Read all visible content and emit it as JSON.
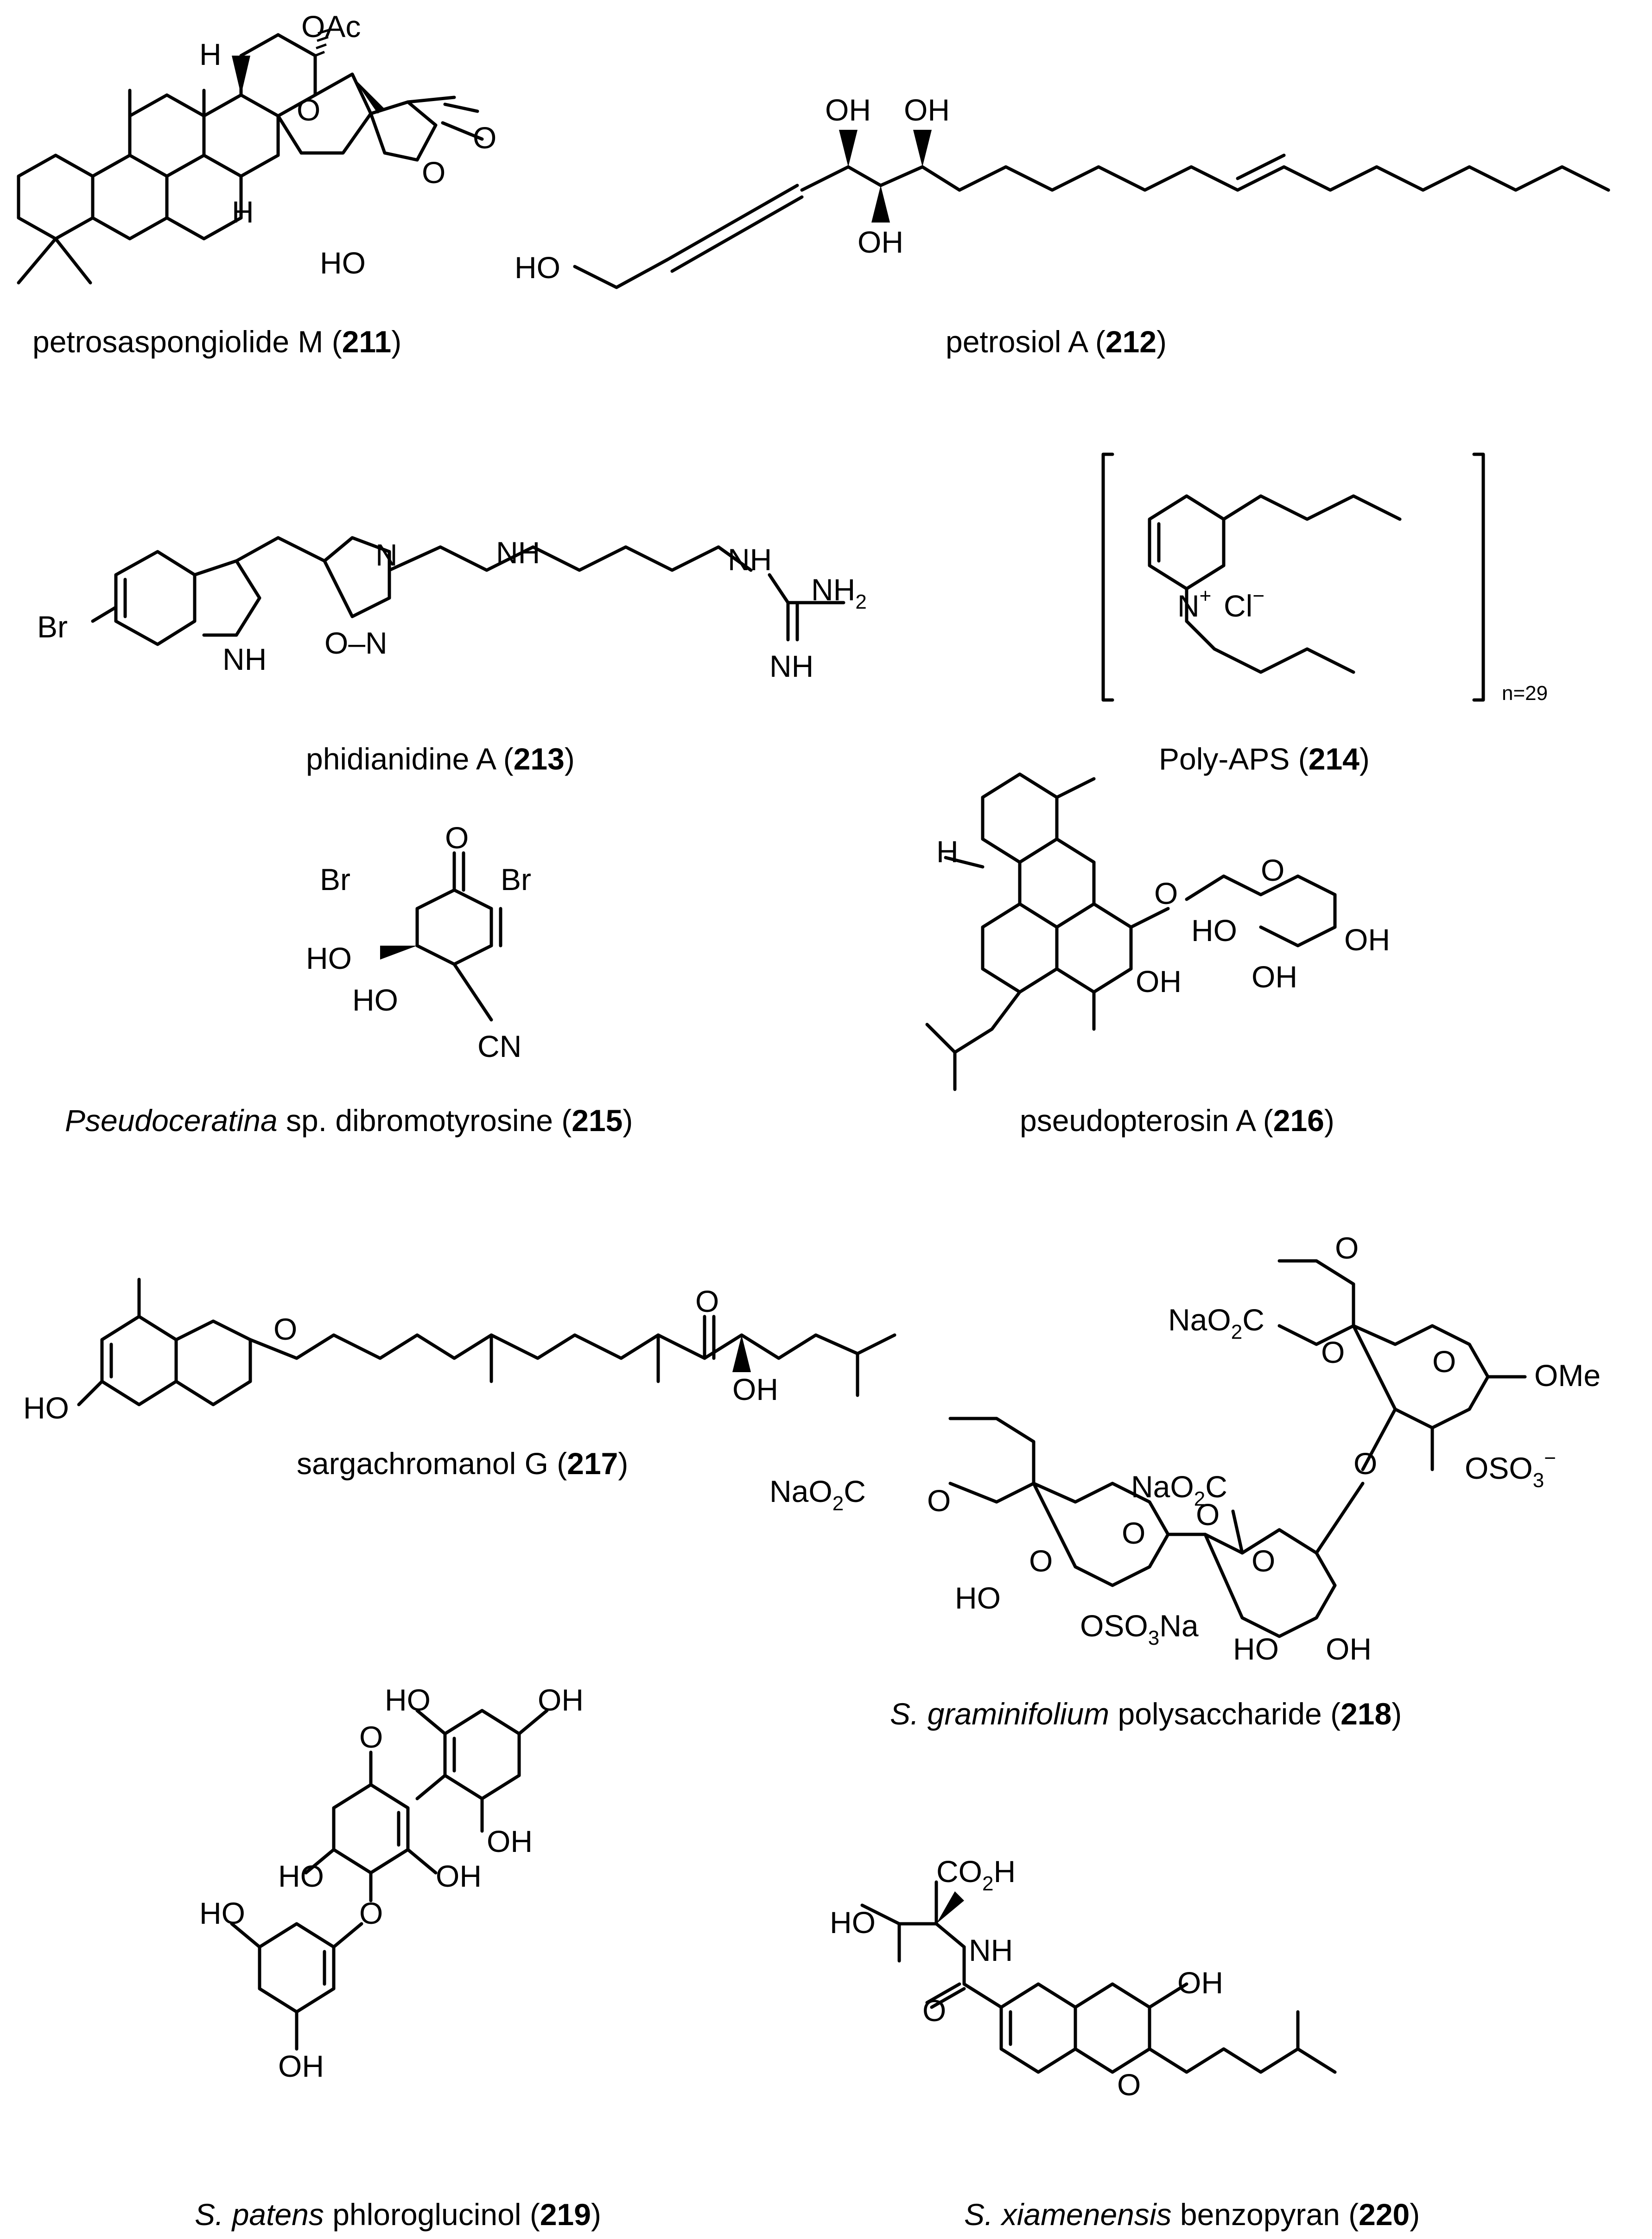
{
  "compounds": [
    {
      "id": "211",
      "name": "petrosaspongiolide M",
      "prefix": "",
      "prefix_italic": "",
      "suffix": " (",
      "number": "211",
      "close": ")"
    },
    {
      "id": "212",
      "name": "petrosiol A",
      "prefix": "",
      "prefix_italic": "",
      "suffix": " (",
      "number": "212",
      "close": ")"
    },
    {
      "id": "213",
      "name": "phidianidine A",
      "prefix": "",
      "prefix_italic": "",
      "suffix": " (",
      "number": "213",
      "close": ")"
    },
    {
      "id": "214",
      "name": "Poly-APS",
      "prefix": "",
      "prefix_italic": "",
      "suffix": " (",
      "number": "214",
      "close": ")"
    },
    {
      "id": "215",
      "name": " sp. dibromotyrosine",
      "prefix_italic": "Pseudoceratina",
      "suffix": " (",
      "number": "215",
      "close": ")"
    },
    {
      "id": "216",
      "name": "pseudopterosin A",
      "prefix_italic": "",
      "suffix": " (",
      "number": "216",
      "close": ")"
    },
    {
      "id": "217",
      "name": "sargachromanol G",
      "prefix_italic": "",
      "suffix": " (",
      "number": "217",
      "close": ")"
    },
    {
      "id": "218",
      "name": " polysaccharide",
      "prefix_italic": "S. graminifolium",
      "suffix": " (",
      "number": "218",
      "close": ")"
    },
    {
      "id": "219",
      "name": " phloroglucinol",
      "prefix_italic": "S. patens",
      "suffix": " (",
      "number": "219",
      "close": ")"
    },
    {
      "id": "220",
      "name": " benzopyran",
      "prefix_italic": "S. xiamenensis",
      "suffix": " (",
      "number": "220",
      "close": ")"
    }
  ],
  "labels": {
    "oac": "OAc",
    "o": "O",
    "h": "H",
    "ho": "HO",
    "oh": "OH",
    "br": "Br",
    "n": "N",
    "nh": "NH",
    "nh2": "NH",
    "nh2_sub": "2",
    "o_n": "O–N",
    "cl": "Cl",
    "cl_sup": "−",
    "n_plus": "+",
    "n_eq": "n=29",
    "cn": "CN",
    "nao2c": "NaO",
    "nao2c_sub": "2",
    "nao2c_tail": "C",
    "ome": "OMe",
    "oso3": "OSO",
    "oso3_sub": "3",
    "oso3_sup": "−",
    "oso3na": "OSO",
    "oso3na_sub": "3",
    "oso3na_tail": "Na",
    "co2h": "CO",
    "co2h_sub": "2",
    "co2h_tail": "H"
  }
}
